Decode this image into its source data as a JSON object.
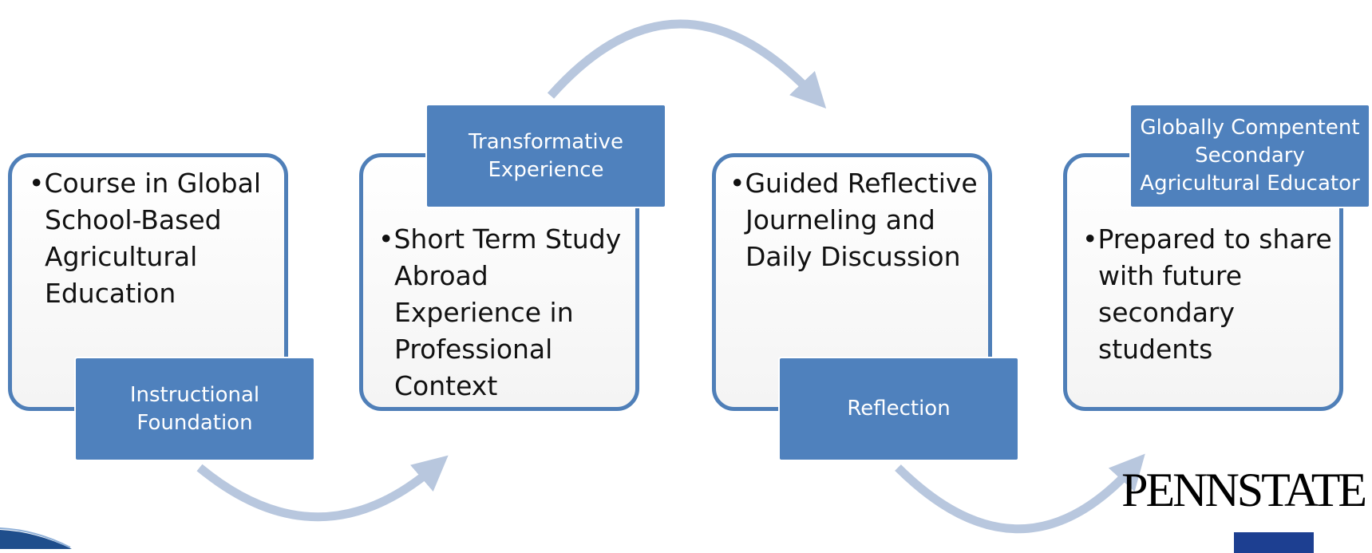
{
  "stages": [
    {
      "label": "Instructional Foundation",
      "bullet": "•",
      "text": "Course in Global School-Based Agricultural Education"
    },
    {
      "label": "Transformative Experience",
      "bullet": "•",
      "text": "Short Term Study Abroad Experience in Professional Context"
    },
    {
      "label": "Reflection",
      "bullet": "•",
      "text": "Guided Reflective Journeling and Daily Discussion"
    },
    {
      "label": "Globally Compentent Secondary Agricultural Educator",
      "bullet": "•",
      "text": "Prepared to share with future secondary students"
    }
  ],
  "logo": {
    "wordmark": "PENNSTATE"
  },
  "colors": {
    "box_border": "#4f7fb8",
    "label_fill": "#4f81bd",
    "label_text": "#ffffff",
    "arrow": "#b8c7de",
    "logo_shield": "#1d3f91"
  }
}
